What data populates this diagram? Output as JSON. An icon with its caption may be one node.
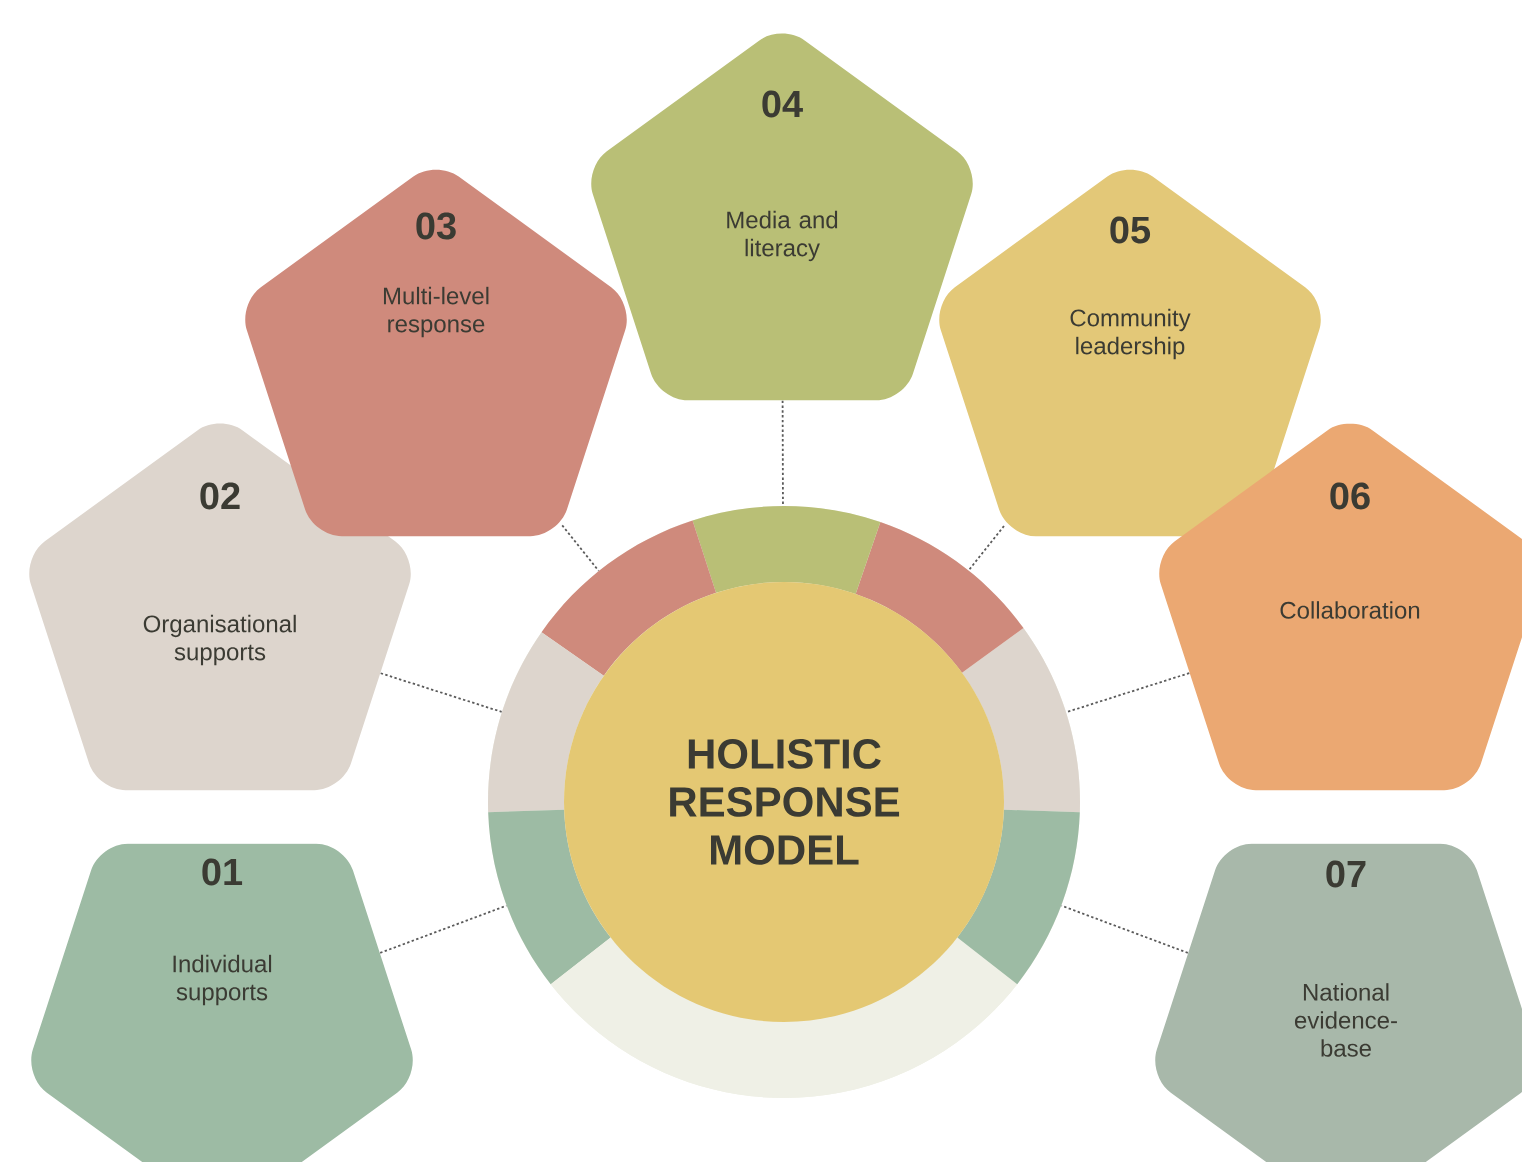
{
  "diagram": {
    "nodes": [
      {
        "text": [
          "HOLISTIC RESPONSE MODEL"
        ]
      },
      {
        "text": [
          "01",
          "Individual supports"
        ]
      },
      {
        "text": [
          "02",
          "Organisational supports"
        ]
      },
      {
        "text": [
          "03",
          "Multi-level response"
        ]
      },
      {
        "text": [
          "04",
          "Media and literacy"
        ]
      },
      {
        "text": [
          "05",
          "Community leadership"
        ]
      },
      {
        "text": [
          "06",
          "Collaboration"
        ]
      },
      {
        "text": [
          "07",
          "National evidence-base"
        ]
      }
    ],
    "edges": [
      {
        "from": 1,
        "to": 0,
        "arrow": "none",
        "style": "dashed"
      },
      {
        "from": 2,
        "to": 0,
        "arrow": "none",
        "style": "dashed"
      },
      {
        "from": 3,
        "to": 0,
        "arrow": "none",
        "style": "dashed"
      },
      {
        "from": 4,
        "to": 0,
        "arrow": "none",
        "style": "dashed"
      },
      {
        "from": 5,
        "to": 0,
        "arrow": "none",
        "style": "dashed"
      },
      {
        "from": 6,
        "to": 0,
        "arrow": "none",
        "style": "dashed"
      },
      {
        "from": 7,
        "to": 0,
        "arrow": "none",
        "style": "dashed"
      }
    ]
  }
}
